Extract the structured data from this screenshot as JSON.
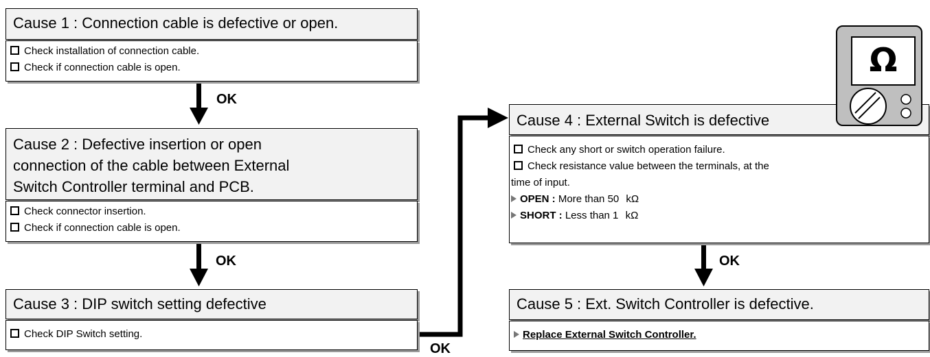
{
  "cause1": {
    "title": "Cause 1 : Connection cable is defective or open.",
    "items": [
      "Check installation of connection cable.",
      "Check if connection cable is open."
    ]
  },
  "cause2": {
    "title_lines": [
      "Cause 2 : Defective insertion or open",
      "connection of the cable between External",
      "Switch Controller terminal and PCB."
    ],
    "items": [
      "Check connector insertion.",
      "Check if connection cable is open."
    ]
  },
  "cause3": {
    "title": "Cause 3 : DIP switch setting defective",
    "items": [
      "Check DIP Switch setting."
    ]
  },
  "cause4": {
    "title": "Cause 4 : External Switch is defective",
    "item1": "Check any short or switch operation failure.",
    "item2_line1": "Check resistance value between the terminals, at the",
    "item2_line2": "time of input.",
    "open_label": "OPEN",
    "open_colon": " : ",
    "open_text": "More than 50 ",
    "short_label": "SHORT :",
    "short_text": " Less than 1 ",
    "unit": "kΩ"
  },
  "cause5": {
    "title": "Cause 5 : Ext. Switch Controller is defective.",
    "action": "Replace External Switch Controller."
  },
  "ok_label": "OK",
  "meter_symbol": "Ω"
}
